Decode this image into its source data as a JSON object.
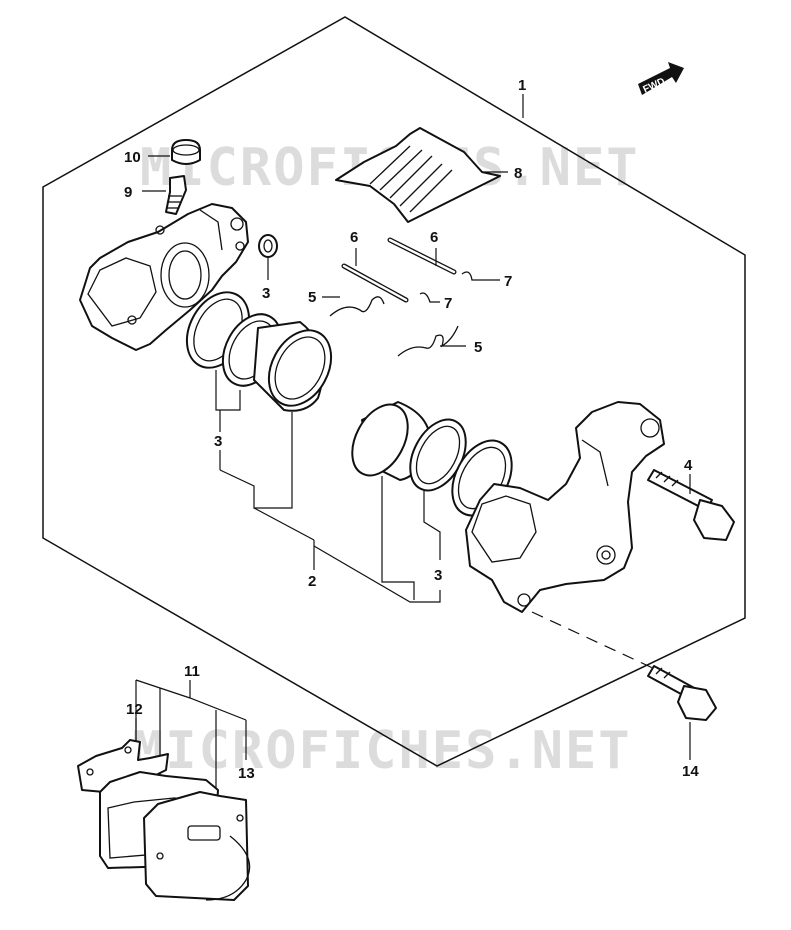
{
  "watermark": {
    "text": "MICROFICHES.NET"
  },
  "direction_arrow": {
    "text": "FWD"
  },
  "callouts": {
    "c1": "1",
    "c2": "2",
    "c3a": "3",
    "c3b": "3",
    "c3c": "3",
    "c4": "4",
    "c5a": "5",
    "c5b": "5",
    "c6a": "6",
    "c6b": "6",
    "c7a": "7",
    "c7b": "7",
    "c8": "8",
    "c9": "9",
    "c10": "10",
    "c11": "11",
    "c12": "12",
    "c13": "13",
    "c14": "14"
  }
}
